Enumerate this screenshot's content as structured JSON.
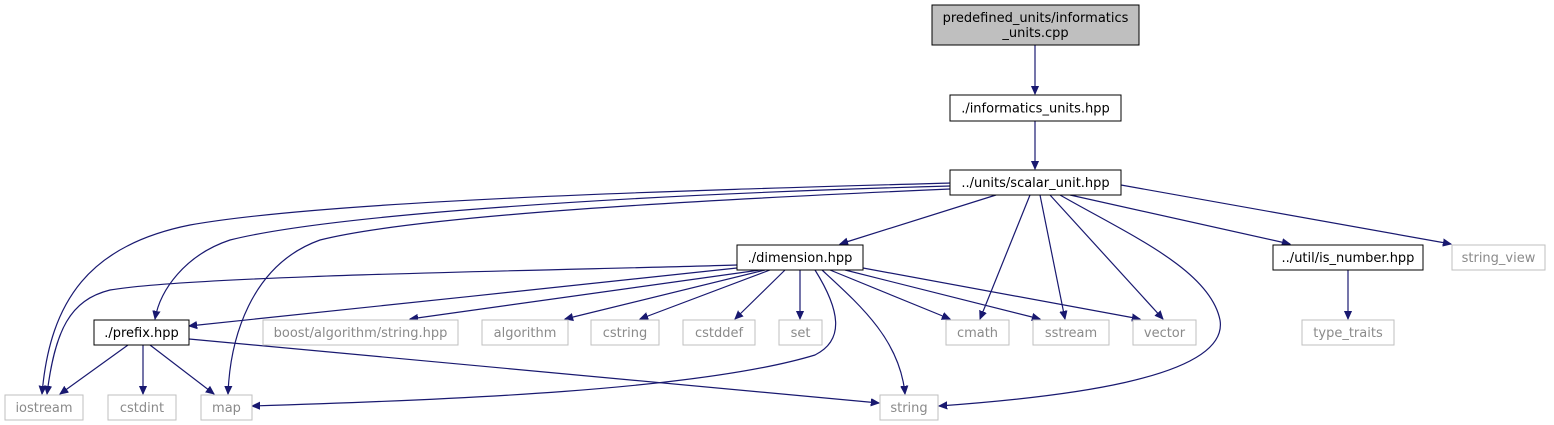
{
  "diagram": {
    "nodes": {
      "root": {
        "label": [
          "predefined_units/informatics",
          "_units.cpp"
        ],
        "kind": "root"
      },
      "informatics_units_hpp": {
        "label": [
          "./informatics_units.hpp"
        ],
        "kind": "internal"
      },
      "scalar_unit_hpp": {
        "label": [
          "../units/scalar_unit.hpp"
        ],
        "kind": "internal"
      },
      "dimension_hpp": {
        "label": [
          "./dimension.hpp"
        ],
        "kind": "internal"
      },
      "is_number_hpp": {
        "label": [
          "../util/is_number.hpp"
        ],
        "kind": "internal"
      },
      "string_view": {
        "label": [
          "string_view"
        ],
        "kind": "external"
      },
      "prefix_hpp": {
        "label": [
          "./prefix.hpp"
        ],
        "kind": "internal"
      },
      "boost_string_hpp": {
        "label": [
          "boost/algorithm/string.hpp"
        ],
        "kind": "external"
      },
      "algorithm": {
        "label": [
          "algorithm"
        ],
        "kind": "external"
      },
      "cstring": {
        "label": [
          "cstring"
        ],
        "kind": "external"
      },
      "cstddef": {
        "label": [
          "cstddef"
        ],
        "kind": "external"
      },
      "set": {
        "label": [
          "set"
        ],
        "kind": "external"
      },
      "cmath": {
        "label": [
          "cmath"
        ],
        "kind": "external"
      },
      "sstream": {
        "label": [
          "sstream"
        ],
        "kind": "external"
      },
      "vector": {
        "label": [
          "vector"
        ],
        "kind": "external"
      },
      "type_traits": {
        "label": [
          "type_traits"
        ],
        "kind": "external"
      },
      "iostream": {
        "label": [
          "iostream"
        ],
        "kind": "external"
      },
      "cstdint": {
        "label": [
          "cstdint"
        ],
        "kind": "external"
      },
      "map": {
        "label": [
          "map"
        ],
        "kind": "external"
      },
      "string": {
        "label": [
          "string"
        ],
        "kind": "external"
      }
    },
    "edges": [
      [
        "root",
        "informatics_units_hpp"
      ],
      [
        "informatics_units_hpp",
        "scalar_unit_hpp"
      ],
      [
        "scalar_unit_hpp",
        "iostream"
      ],
      [
        "scalar_unit_hpp",
        "prefix_hpp"
      ],
      [
        "scalar_unit_hpp",
        "map"
      ],
      [
        "scalar_unit_hpp",
        "dimension_hpp"
      ],
      [
        "scalar_unit_hpp",
        "cmath"
      ],
      [
        "scalar_unit_hpp",
        "sstream"
      ],
      [
        "scalar_unit_hpp",
        "vector"
      ],
      [
        "scalar_unit_hpp",
        "string"
      ],
      [
        "scalar_unit_hpp",
        "is_number_hpp"
      ],
      [
        "scalar_unit_hpp",
        "string_view"
      ],
      [
        "dimension_hpp",
        "iostream"
      ],
      [
        "dimension_hpp",
        "prefix_hpp"
      ],
      [
        "dimension_hpp",
        "boost_string_hpp"
      ],
      [
        "dimension_hpp",
        "algorithm"
      ],
      [
        "dimension_hpp",
        "cstring"
      ],
      [
        "dimension_hpp",
        "cstddef"
      ],
      [
        "dimension_hpp",
        "set"
      ],
      [
        "dimension_hpp",
        "cmath"
      ],
      [
        "dimension_hpp",
        "sstream"
      ],
      [
        "dimension_hpp",
        "vector"
      ],
      [
        "dimension_hpp",
        "map"
      ],
      [
        "dimension_hpp",
        "string"
      ],
      [
        "is_number_hpp",
        "type_traits"
      ],
      [
        "prefix_hpp",
        "iostream"
      ],
      [
        "prefix_hpp",
        "cstdint"
      ],
      [
        "prefix_hpp",
        "map"
      ],
      [
        "prefix_hpp",
        "string"
      ]
    ],
    "colors": {
      "edge": "#191970",
      "root_fill": "#bfbfbf",
      "internal_border": "#000000",
      "external_border": "#bfbfbf",
      "external_text": "#8a8a8a"
    }
  }
}
